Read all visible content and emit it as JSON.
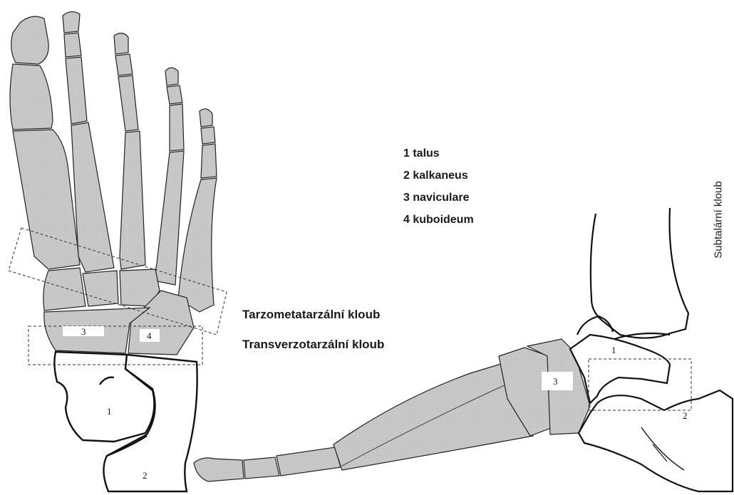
{
  "legend": {
    "items": [
      "1 talus",
      "2 kalkaneus",
      "3 naviculare",
      "4 kuboideum"
    ]
  },
  "joints": {
    "tarsometatarsal": "Tarzometatarzální kloub",
    "transverse_tarsal": "Transverzotarzální kloub",
    "subtalar": "Subtalární kloub"
  },
  "dorsal_view": {
    "labels": [
      "1",
      "2",
      "3",
      "4"
    ]
  },
  "lateral_view": {
    "labels": [
      "1",
      "2",
      "3"
    ]
  },
  "colors": {
    "bone_fill": "#c8c8c8",
    "outline": "#111111",
    "background": "#ffffff"
  }
}
